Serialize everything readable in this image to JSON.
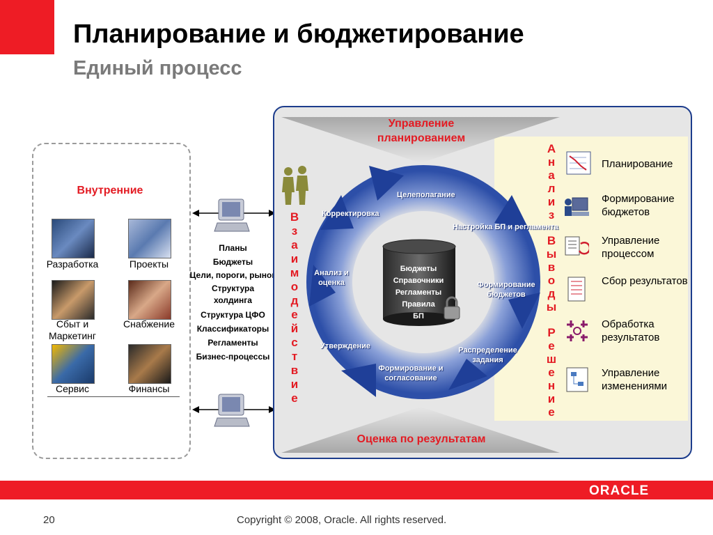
{
  "header": {
    "title": "Планирование и бюджетирование",
    "subtitle": "Единый процесс"
  },
  "left_panel": {
    "title": "Внутренние",
    "departments": [
      {
        "label": "Разработка"
      },
      {
        "label": "Проекты"
      },
      {
        "label": "Сбыт и Маркетинг"
      },
      {
        "label": "Снабжение"
      },
      {
        "label": "Сервис"
      },
      {
        "label": "Финансы"
      }
    ]
  },
  "middle_list": [
    "Планы",
    "Бюджеты",
    "Цели, пороги, рынок",
    "Структура холдинга",
    "Структура ЦФО",
    "Классификаторы",
    "Регламенты",
    "Бизнес-процессы"
  ],
  "main": {
    "top_label": "Управление планированием",
    "bottom_label": "Оценка по результатам",
    "left_vertical": "Взаимодействие",
    "right_vertical_1": "Анализ",
    "right_vertical_2": "Выводы",
    "right_vertical_3": "Решение",
    "cycle": [
      "Целеполагание",
      "Настройка БП и регламента",
      "Формирование бюджетов",
      "Распределение задания",
      "Формирование и согласование",
      "Утверждение",
      "Анализ и оценка",
      "Корректировка"
    ],
    "cylinder": [
      "Бюджеты",
      "Справочники",
      "Регламенты",
      "Правила",
      "БП"
    ],
    "right_items": [
      {
        "label": "Планирование",
        "icon": "chart-icon"
      },
      {
        "label": "Формирование бюджетов",
        "icon": "computer-user-icon"
      },
      {
        "label": "Управление процессом",
        "icon": "document-cycle-icon"
      },
      {
        "label": "Сбор результатов",
        "icon": "checklist-icon"
      },
      {
        "label": "Обработка результатов",
        "icon": "process-arrows-icon"
      },
      {
        "label": "Управление изменениями",
        "icon": "flowchart-icon"
      }
    ]
  },
  "footer": {
    "brand": "ORACLE",
    "page": "20",
    "copyright": "Copyright © 2008, Oracle.  All rights reserved."
  },
  "colors": {
    "accent_red": "#ee1c25",
    "cycle_blue": "#2d4fa8",
    "panel_border": "#1c3c8c"
  }
}
